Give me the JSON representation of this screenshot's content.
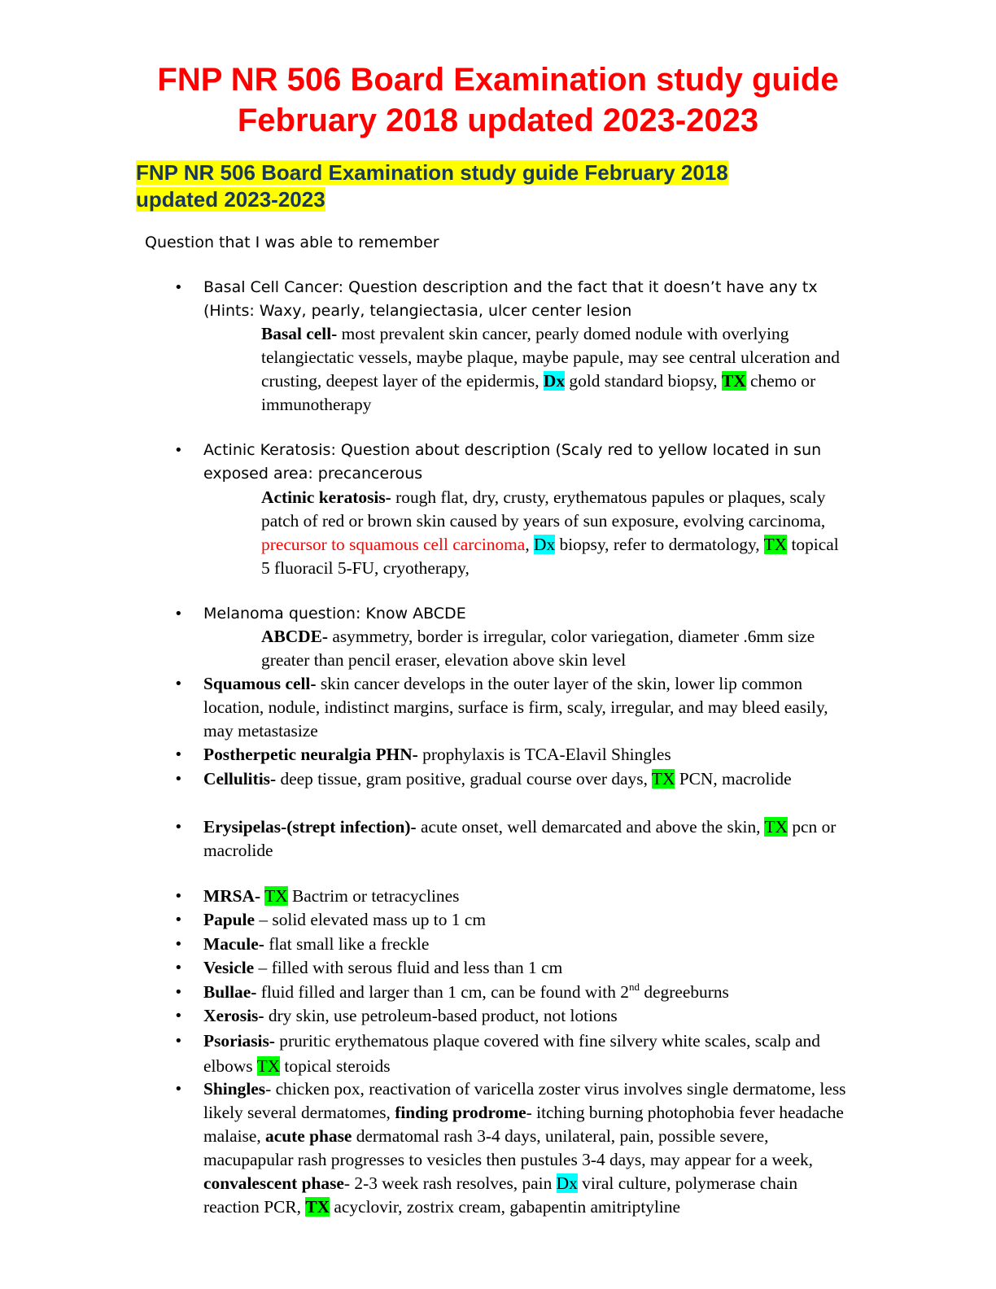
{
  "header": {
    "title": "FNP NR 506 Board Examination study guide February 2018 updated 2023-2023",
    "subtitle_line1": "FNP NR 506 Board Examination study guide February 2018",
    "subtitle_line2": "updated 2023-2023"
  },
  "intro": "Question that I  was able to remember",
  "bullet_symbol": "•",
  "tags": {
    "dx": "Dx",
    "tx": "TX"
  },
  "basal": {
    "question": "Basal Cell Cancer: Question description and the fact that it doesn’t have any tx (Hints: Waxy, pearly, telangiectasia, ulcer center lesion",
    "term": "Basal cell-",
    "desc": " most prevalent skin cancer, pearly domed nodule with overlying telangiectatic vessels, maybe plaque, maybe papule, may see central ulceration and crusting, deepest layer of the epidermis, ",
    "dx": " gold standard biopsy, ",
    "tx": " chemo or immunotherapy"
  },
  "actinic": {
    "question": "Actinic Keratosis: Question about description (Scaly red to yellow located in sun exposed area: precancerous",
    "term": "Actinic keratosis-",
    "desc": " rough flat, dry, crusty, erythematous papules or plaques, scaly patch of red or brown skin caused by years of sun exposure, evolving carcinoma, ",
    "red": "precursor to squamous cell carcinoma",
    "comma": ", ",
    "dx": " biopsy, refer to dermatology, ",
    "tx": " topical 5 fluoracil 5-FU, cryotherapy,"
  },
  "melanoma": {
    "question": "Melanoma question: Know ABCDE",
    "term": "ABCDE-",
    "desc": " asymmetry, border is irregular, color variegation, diameter .6mm size greater than pencil eraser, elevation above skin level"
  },
  "squamous": {
    "term": "Squamous cell-",
    "desc": " skin cancer develops in the outer layer of the skin, lower lip common location, nodule, indistinct margins, surface is firm, scaly, irregular, and may bleed easily, may metastasize"
  },
  "phn": {
    "term": "Postherpetic neuralgia PHN-",
    "desc": " prophylaxis is TCA-Elavil Shingles"
  },
  "cellulitis": {
    "term": "Cellulitis-",
    "desc": " deep tissue, gram positive, gradual course over days, ",
    "tx": " PCN, macrolide"
  },
  "erysipelas": {
    "term": "Erysipelas-(strept infection)-",
    "desc": " acute onset, well demarcated and above the skin, ",
    "tx": " pcn or macrolide"
  },
  "mrsa": {
    "term": "MRSA-",
    "desc": " ",
    "tx": " Bactrim or tetracyclines"
  },
  "papule": {
    "term": "Papule",
    "desc": " – solid elevated mass up to 1 cm"
  },
  "macule": {
    "term": "Macule-",
    "desc": " flat small like a freckle"
  },
  "vesicle": {
    "term": "Vesicle",
    "desc": " – filled with serous fluid and less than 1 cm"
  },
  "bullae": {
    "term": "Bullae-",
    "desc": " fluid filled and larger than 1 cm, can be found with 2",
    "sup": "nd",
    "desc2": " degreeburns"
  },
  "xerosis": {
    "term": "Xerosis-",
    "desc": " dry skin, use petroleum-based product, not lotions"
  },
  "psoriasis": {
    "term": "Psoriasis-",
    "desc": " pruritic erythematous plaque covered with fine silvery white scales, scalp and elbows ",
    "tx": " topical steroids"
  },
  "shingles": {
    "term": "Shingles",
    "desc1": "- chicken pox, reactivation of varicella zoster virus involves single dermatome, less likely several dermatomes, ",
    "term2": "finding prodrome",
    "desc2": "- itching burning photophobia fever headache malaise, ",
    "term3": "acute phase",
    "desc3": " dermatomal rash 3-4 days, unilateral, pain, possible severe, macupapular rash progresses to vesicles then pustules 3-4 days, may appear for a week, ",
    "term4": "convalescent phase",
    "desc4": "- 2-3 week rash resolves, pain ",
    "dx": " viral culture, polymerase chain reaction PCR, ",
    "tx": " acyclovir, zostrix cream, gabapentin amitriptyline"
  }
}
